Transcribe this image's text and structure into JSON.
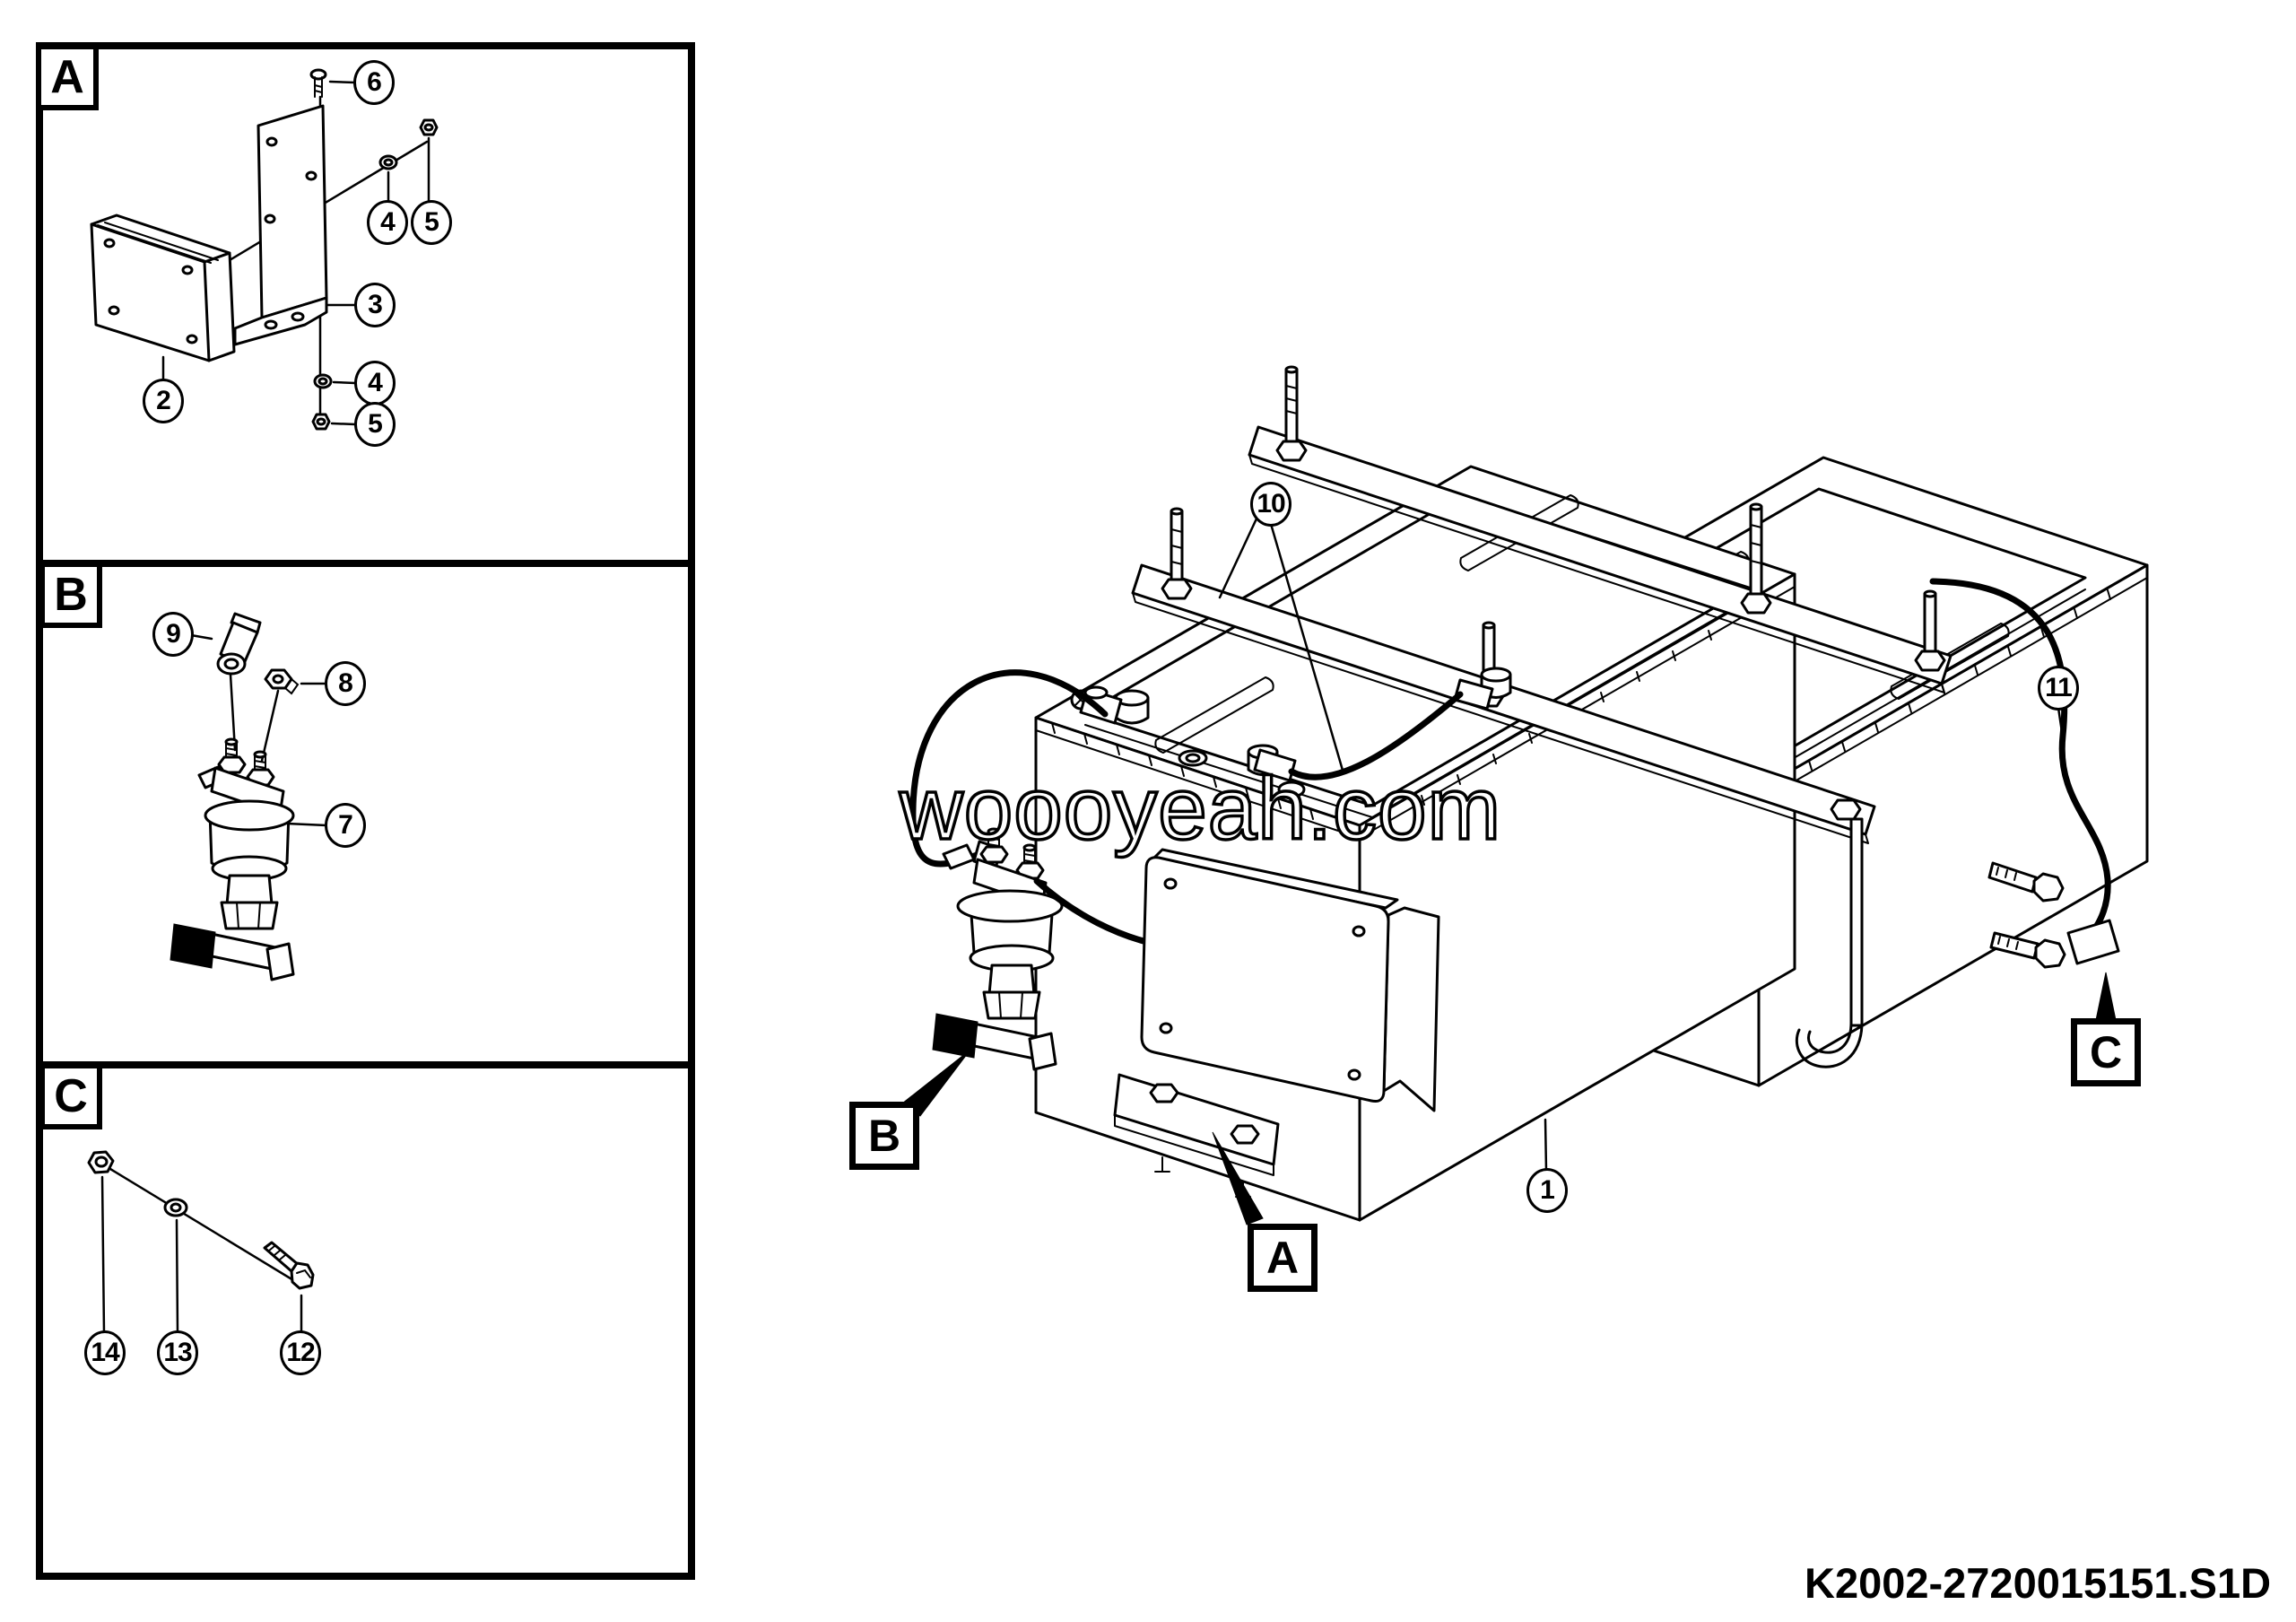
{
  "background": "#ffffff",
  "line_color": "#000000",
  "watermark": "woooyeah.com",
  "part_number": "K2002-2720015151.S1D",
  "panels": [
    {
      "label": "A",
      "callouts": [
        "6",
        "4",
        "5",
        "3",
        "4",
        "5",
        "2"
      ]
    },
    {
      "label": "B",
      "callouts": [
        "9",
        "8",
        "7"
      ]
    },
    {
      "label": "C",
      "callouts": [
        "14",
        "13",
        "12"
      ]
    }
  ],
  "main": {
    "callouts": [
      "10",
      "11",
      "1"
    ],
    "location_labels": [
      "B",
      "A",
      "C"
    ]
  }
}
